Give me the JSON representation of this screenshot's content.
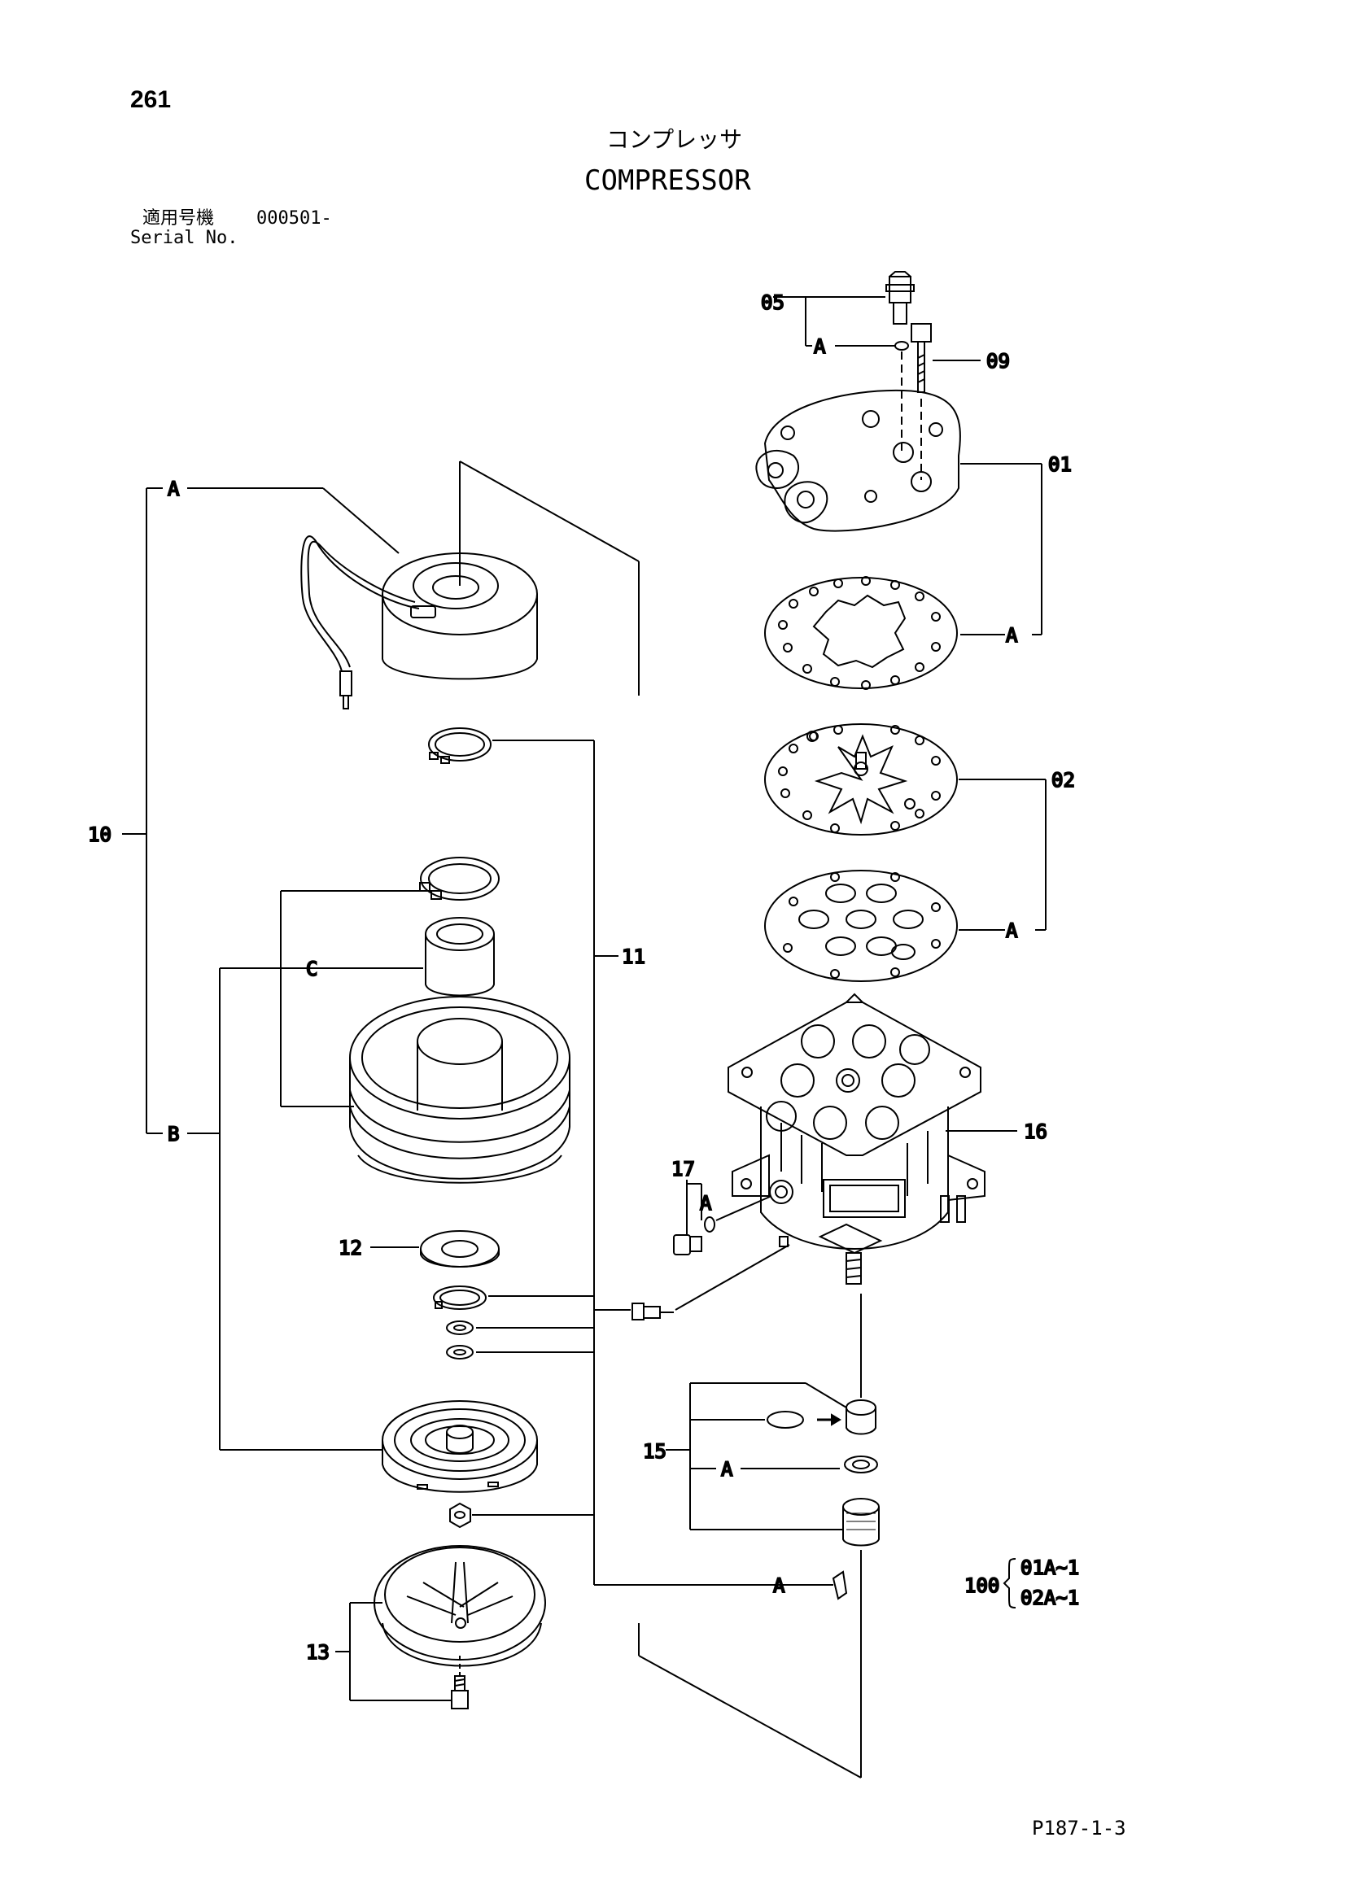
{
  "header": {
    "page_number": "261",
    "title_jp": "コンプレッサ",
    "title_en": "COMPRESSOR",
    "serial_label_jp": "適用号機",
    "serial_value": "000501-",
    "serial_label_en": "Serial No."
  },
  "callouts": {
    "c05": "05",
    "c09": "09",
    "c01": "01",
    "c02": "02",
    "c16": "16",
    "c17": "17",
    "c15": "15",
    "c10": "10",
    "c11": "11",
    "c12": "12",
    "c13": "13",
    "a": "A",
    "b": "B",
    "c": "C"
  },
  "kit": {
    "number": "100",
    "line1": "01A~1",
    "line2": "02A~1"
  },
  "footer": {
    "ref_code": "P187-1-3"
  }
}
